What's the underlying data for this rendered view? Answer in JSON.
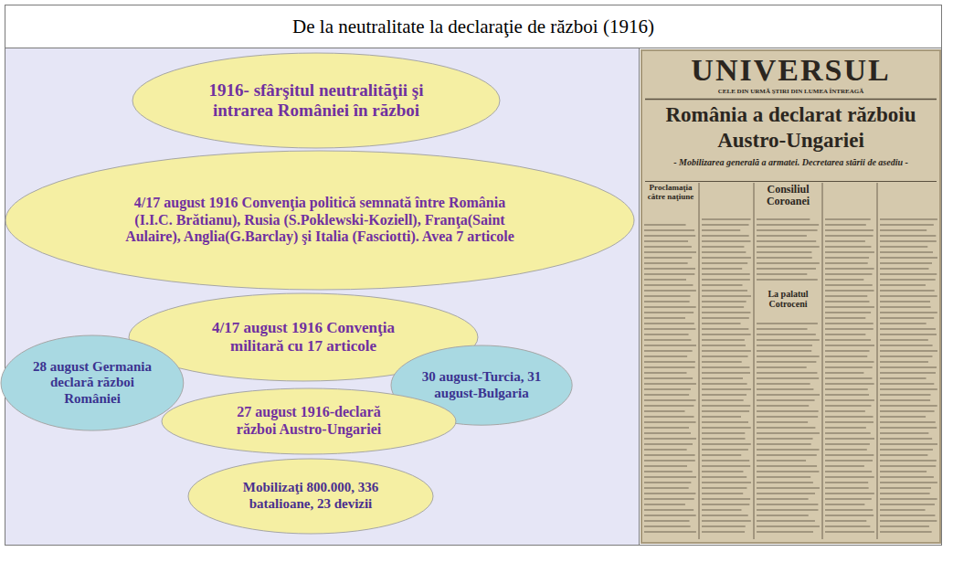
{
  "diagram": {
    "title": "De la neutralitate la declaraţie de război (1916)",
    "nodes": [
      {
        "text": [
          "1916- sfârşitul neutralităţii şi intrarea României în război"
        ]
      },
      {
        "text": [
          "4/17 august 1916 Convenţia politică semnată între România (I.I.C. Brătianu), Rusia (S.Poklewski-Koziell), Franţa(Saint Aulaire), Anglia(G.Barclay) şi Italia (Fasciotti). Avea 7 articole"
        ]
      },
      {
        "text": [
          "4/17 august 1916 Convenţia militară cu 17 articole"
        ]
      },
      {
        "text": [
          "28 august Germania declară război României"
        ]
      },
      {
        "text": [
          "30 august-Turcia, 31 august-Bulgaria"
        ]
      },
      {
        "text": [
          "27 august 1916-declară război Austro-Ungariei"
        ]
      },
      {
        "text": [
          "Mobilizaţi 800.000, 336 batalioane, 23 devizii"
        ]
      }
    ],
    "edges": [],
    "labels": [
      "UNIVERSUL",
      "CELE DIN URMĂ ŞTIRI DIN LUMEA ÎNTREAGĂ",
      "România a declarat războiu Austro-Ungariei",
      "- Mobilizarea generală a armatei. Decretarea stării de asediu -",
      "Proclamaţia către naţiune",
      "Consiliul Coroanei",
      "La palatul Cotroceni"
    ]
  }
}
